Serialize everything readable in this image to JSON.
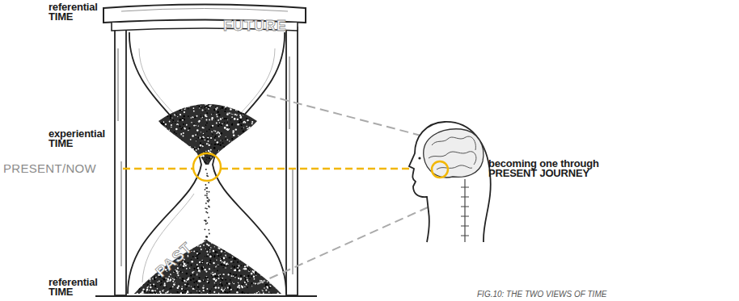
{
  "diagram": {
    "caption": "FIG.10: THE TWO VIEWS OF TIME",
    "labels": [
      "referential TIME",
      "FUTURE",
      "experiential TIME",
      "PRESENT/NOW",
      "PAST",
      "referential TIME",
      "becoming one through PRESENT JOURNEY"
    ]
  }
}
